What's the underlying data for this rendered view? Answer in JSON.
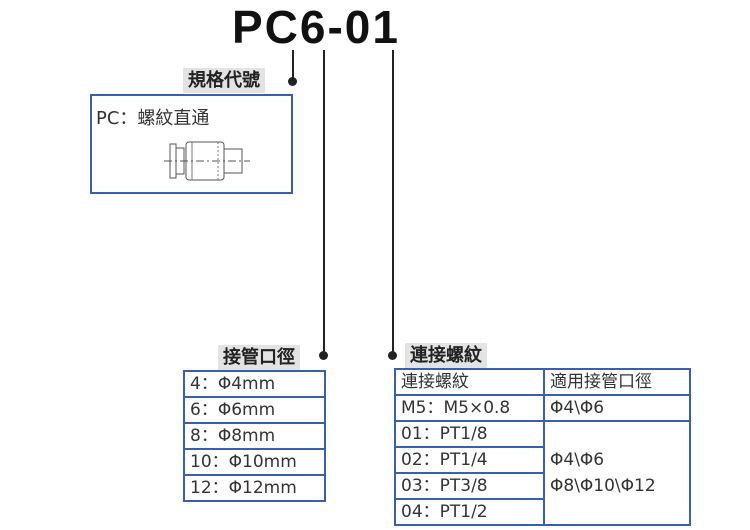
{
  "title": "PC6-01",
  "model_code": {
    "label": "規格代號",
    "desc": "PC：螺紋直通"
  },
  "tube_od": {
    "label": "接管口徑",
    "rows": [
      "4：Φ4mm",
      "6：Φ6mm",
      "8：Φ8mm",
      "10：Φ10mm",
      "12：Φ12mm"
    ]
  },
  "thread": {
    "label": "連接螺紋",
    "header": [
      "連接螺紋",
      "適用接管口徑"
    ],
    "rows": [
      {
        "thread": "M5：M5×0.8",
        "tubes": "Φ4\\Φ6"
      },
      {
        "thread": "01：PT1/8"
      },
      {
        "thread": "02：PT1/4"
      },
      {
        "thread": "03：PT3/8"
      },
      {
        "thread": "04：PT1/2"
      }
    ],
    "shared_tubes_line1": "Φ4\\Φ6",
    "shared_tubes_line2": "Φ8\\Φ10\\Φ12"
  },
  "colors": {
    "border": "#3a5fb0",
    "label_bg": "#e3e3e3"
  }
}
